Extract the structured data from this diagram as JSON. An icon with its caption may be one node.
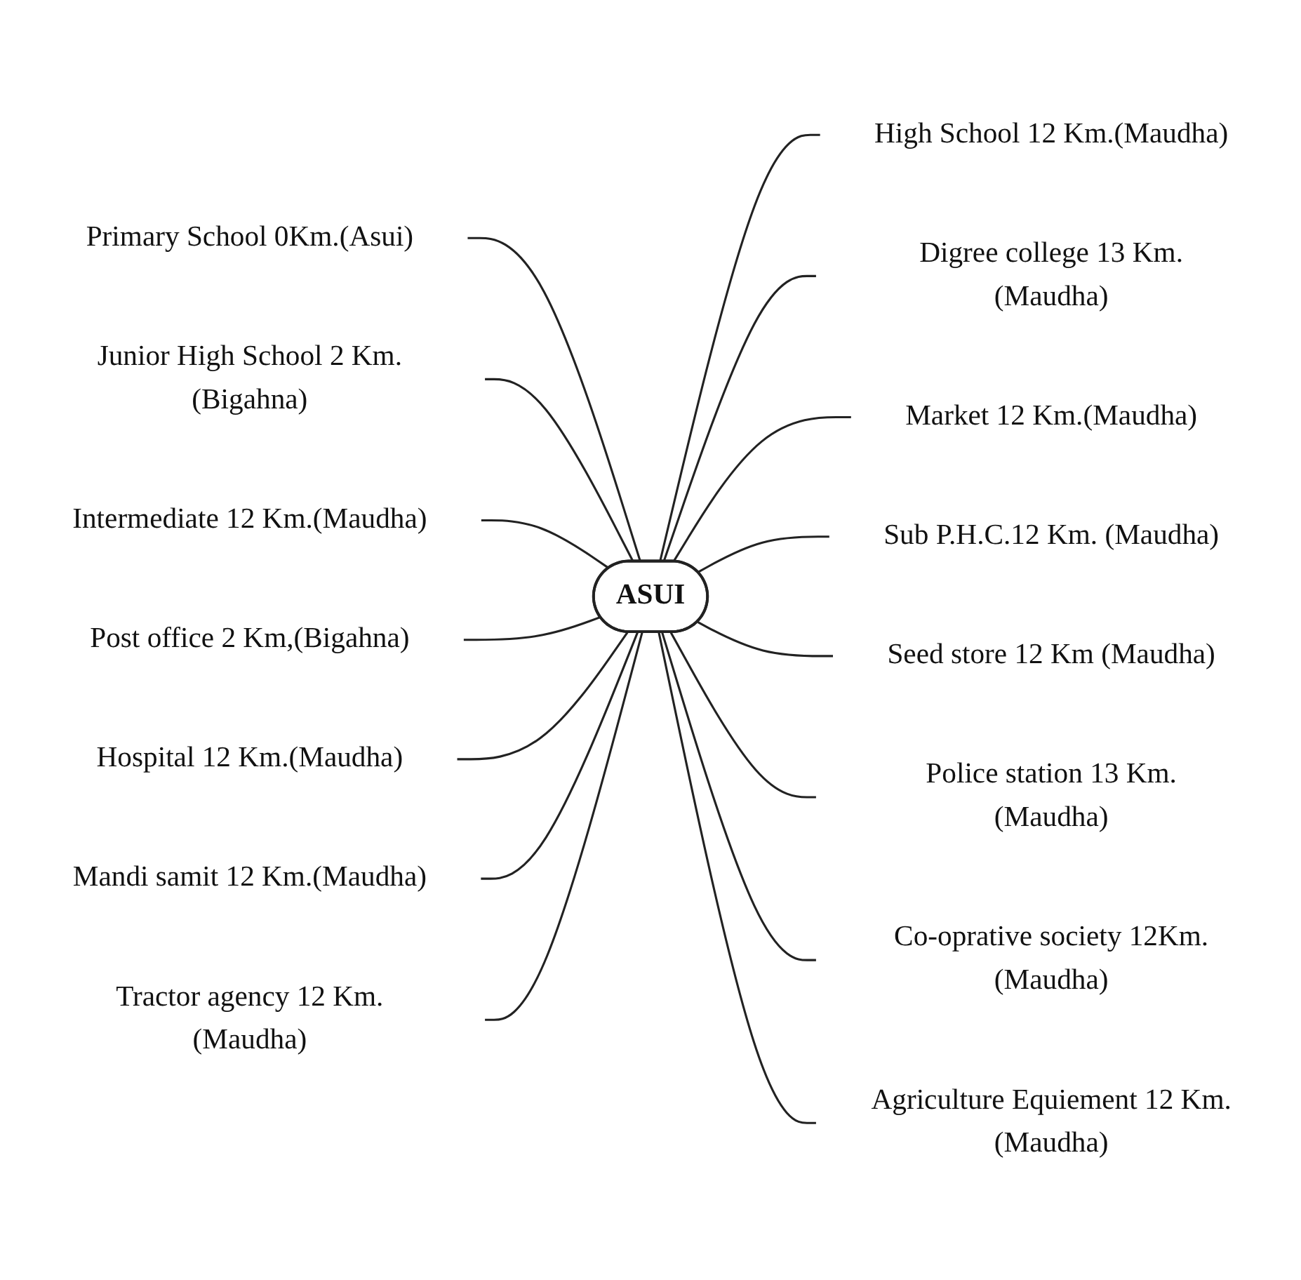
{
  "diagram": {
    "nodes": [
      {
        "text": [
          "ASUI"
        ]
      },
      {
        "text": [
          "Primary School 0Km.(Asui)"
        ]
      },
      {
        "text": [
          "Junior High School 2 Km.(Bigahna)"
        ]
      },
      {
        "text": [
          "High School 12 Km.(Maudha)"
        ]
      },
      {
        "text": [
          "Intermediate 12 Km.(Maudha)"
        ]
      },
      {
        "text": [
          "Digree college 13 Km.(Maudha)"
        ]
      },
      {
        "text": [
          "Post office 2 Km,(Bigahna)"
        ]
      },
      {
        "text": [
          "Market 12 Km.(Maudha)"
        ]
      },
      {
        "text": [
          "Hospital 12 Km.(Maudha)"
        ]
      },
      {
        "text": [
          "Sub P.H.C.12 Km. (Maudha)"
        ]
      },
      {
        "text": [
          "Seed store 12 Km (Maudha)"
        ]
      },
      {
        "text": [
          "Mandi samit 12 Km.(Maudha)"
        ]
      },
      {
        "text": [
          "Police station 13 Km.(Maudha)"
        ]
      },
      {
        "text": [
          "Tractor agency 12 Km.(Maudha)"
        ]
      },
      {
        "text": [
          "Co-oprative society 12Km.(Maudha)"
        ]
      },
      {
        "text": [
          "Agriculture Equiement 12 Km.(Maudha)"
        ]
      }
    ],
    "edges": [
      {
        "from": 1,
        "to": 0,
        "arrow": "none"
      },
      {
        "from": 2,
        "to": 0,
        "arrow": "none"
      },
      {
        "from": 0,
        "to": 3,
        "arrow": "none"
      },
      {
        "from": 4,
        "to": 0,
        "arrow": "none"
      },
      {
        "from": 0,
        "to": 5,
        "arrow": "none"
      },
      {
        "from": 6,
        "to": 0,
        "arrow": "none"
      },
      {
        "from": 0,
        "to": 7,
        "arrow": "none"
      },
      {
        "from": 8,
        "to": 0,
        "arrow": "none"
      },
      {
        "from": 0,
        "to": 9,
        "arrow": "none"
      },
      {
        "from": 0,
        "to": 10,
        "arrow": "none"
      },
      {
        "from": 11,
        "to": 0,
        "arrow": "none"
      },
      {
        "from": 0,
        "to": 12,
        "arrow": "none"
      },
      {
        "from": 13,
        "to": 0,
        "arrow": "none"
      },
      {
        "from": 0,
        "to": 14,
        "arrow": "none"
      },
      {
        "from": 0,
        "to": 15,
        "arrow": "none"
      }
    ]
  }
}
